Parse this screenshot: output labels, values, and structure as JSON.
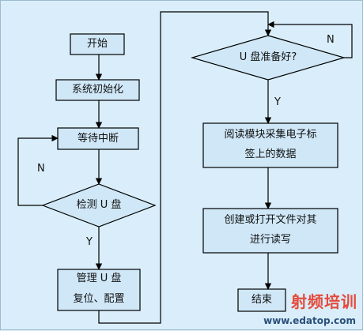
{
  "nodes": {
    "start": "开始",
    "init": "系统初始化",
    "wait": "等待中断",
    "detect": "检测 U 盘",
    "manage_line1": "管理 U 盘",
    "manage_line2": "复位、配置",
    "ready": "U 盘准备好?",
    "read_line1": "阅读模块采集电子标",
    "read_line2": "签上的数据",
    "create_line1": "创建或打开文件对其",
    "create_line2": "进行读写",
    "end": "结束"
  },
  "labels": {
    "detect_no": "N",
    "detect_yes": "Y",
    "ready_no": "N",
    "ready_yes": "Y"
  },
  "watermark": {
    "text": "射频培训",
    "url": "www.edatop.com"
  },
  "colors": {
    "background": "#d9eefa",
    "box_fill": "#cfe7f7",
    "line": "#000000",
    "watermark": "#e54b3c"
  }
}
